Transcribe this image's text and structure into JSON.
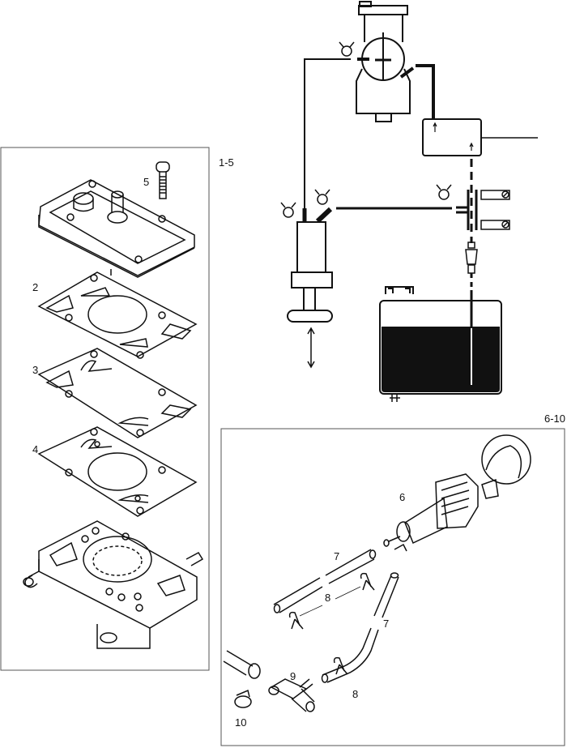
{
  "group_labels": {
    "g1": "1-5",
    "g2": "6-10"
  },
  "part_callouts": {
    "p2": "2",
    "p3": "3",
    "p4": "4",
    "p5": "5",
    "p6": "6",
    "p7a": "7",
    "p7b": "7",
    "p8a": "8",
    "p8b": "8",
    "p9": "9",
    "p10": "10"
  },
  "colors": {
    "ink": "#111111",
    "paper": "#ffffff",
    "frame": "#555555"
  }
}
